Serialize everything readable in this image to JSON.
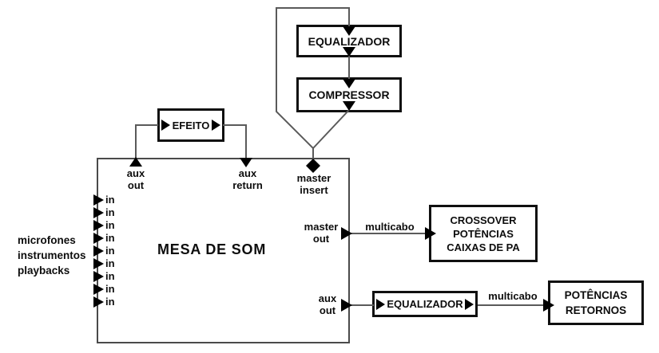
{
  "colors": {
    "background": "#ffffff",
    "line": "#5a5a5a",
    "box_border": "#101010",
    "mesa_border": "#4a4a4a",
    "arrow": "#000000",
    "text": "#0d0d0d"
  },
  "mesa": {
    "label": "MESA DE SOM",
    "in_port_label": "in",
    "in_port_count": 9,
    "top_ports": {
      "aux_out": "aux\nout",
      "aux_return": "aux\nreturn",
      "master_insert": "master\ninsert"
    },
    "right_ports": {
      "master_out": "master\nout",
      "aux_out": "aux\nout"
    }
  },
  "input_sources": [
    "microfones",
    "instrumentos",
    "playbacks"
  ],
  "aux_chain": {
    "efeito": "EFEITO"
  },
  "insert_chain": {
    "equalizador": "EQUALIZADOR",
    "compressor": "COMPRESSOR"
  },
  "master_output": {
    "cable": "multicabo",
    "destination": "CROSSOVER\nPOTÊNCIAS\nCAIXAS DE PA"
  },
  "aux_output": {
    "equalizador": "EQUALIZADOR",
    "cable": "multicabo",
    "destination": "POTÊNCIAS\nRETORNOS"
  }
}
